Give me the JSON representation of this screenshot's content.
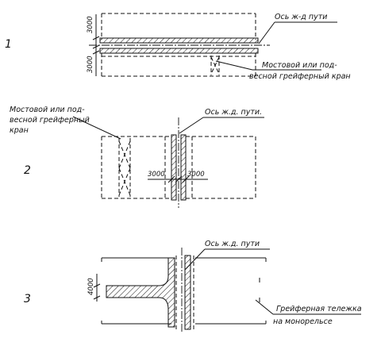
{
  "figures": [
    {
      "number": "1",
      "labels": {
        "rail_axis": "Ось ж-д пути",
        "crane_line1": "Мостовой или под-",
        "crane_line2": "весной грейферный кран"
      },
      "dimensions": [
        "3000",
        "3000"
      ]
    },
    {
      "number": "2",
      "labels": {
        "crane_line1": "Мостовой или под-",
        "crane_line2": "весной грейферный",
        "crane_line3": "кран",
        "rail_axis": "Ось ж.д. пути."
      },
      "dimensions": [
        "3000",
        "3000"
      ]
    },
    {
      "number": "3",
      "labels": {
        "rail_axis": "Ось ж.д. пути",
        "trolley_line1": "Грейферная тележка",
        "trolley_line2": "на монорельсе"
      },
      "dimensions": [
        "4000"
      ]
    }
  ]
}
